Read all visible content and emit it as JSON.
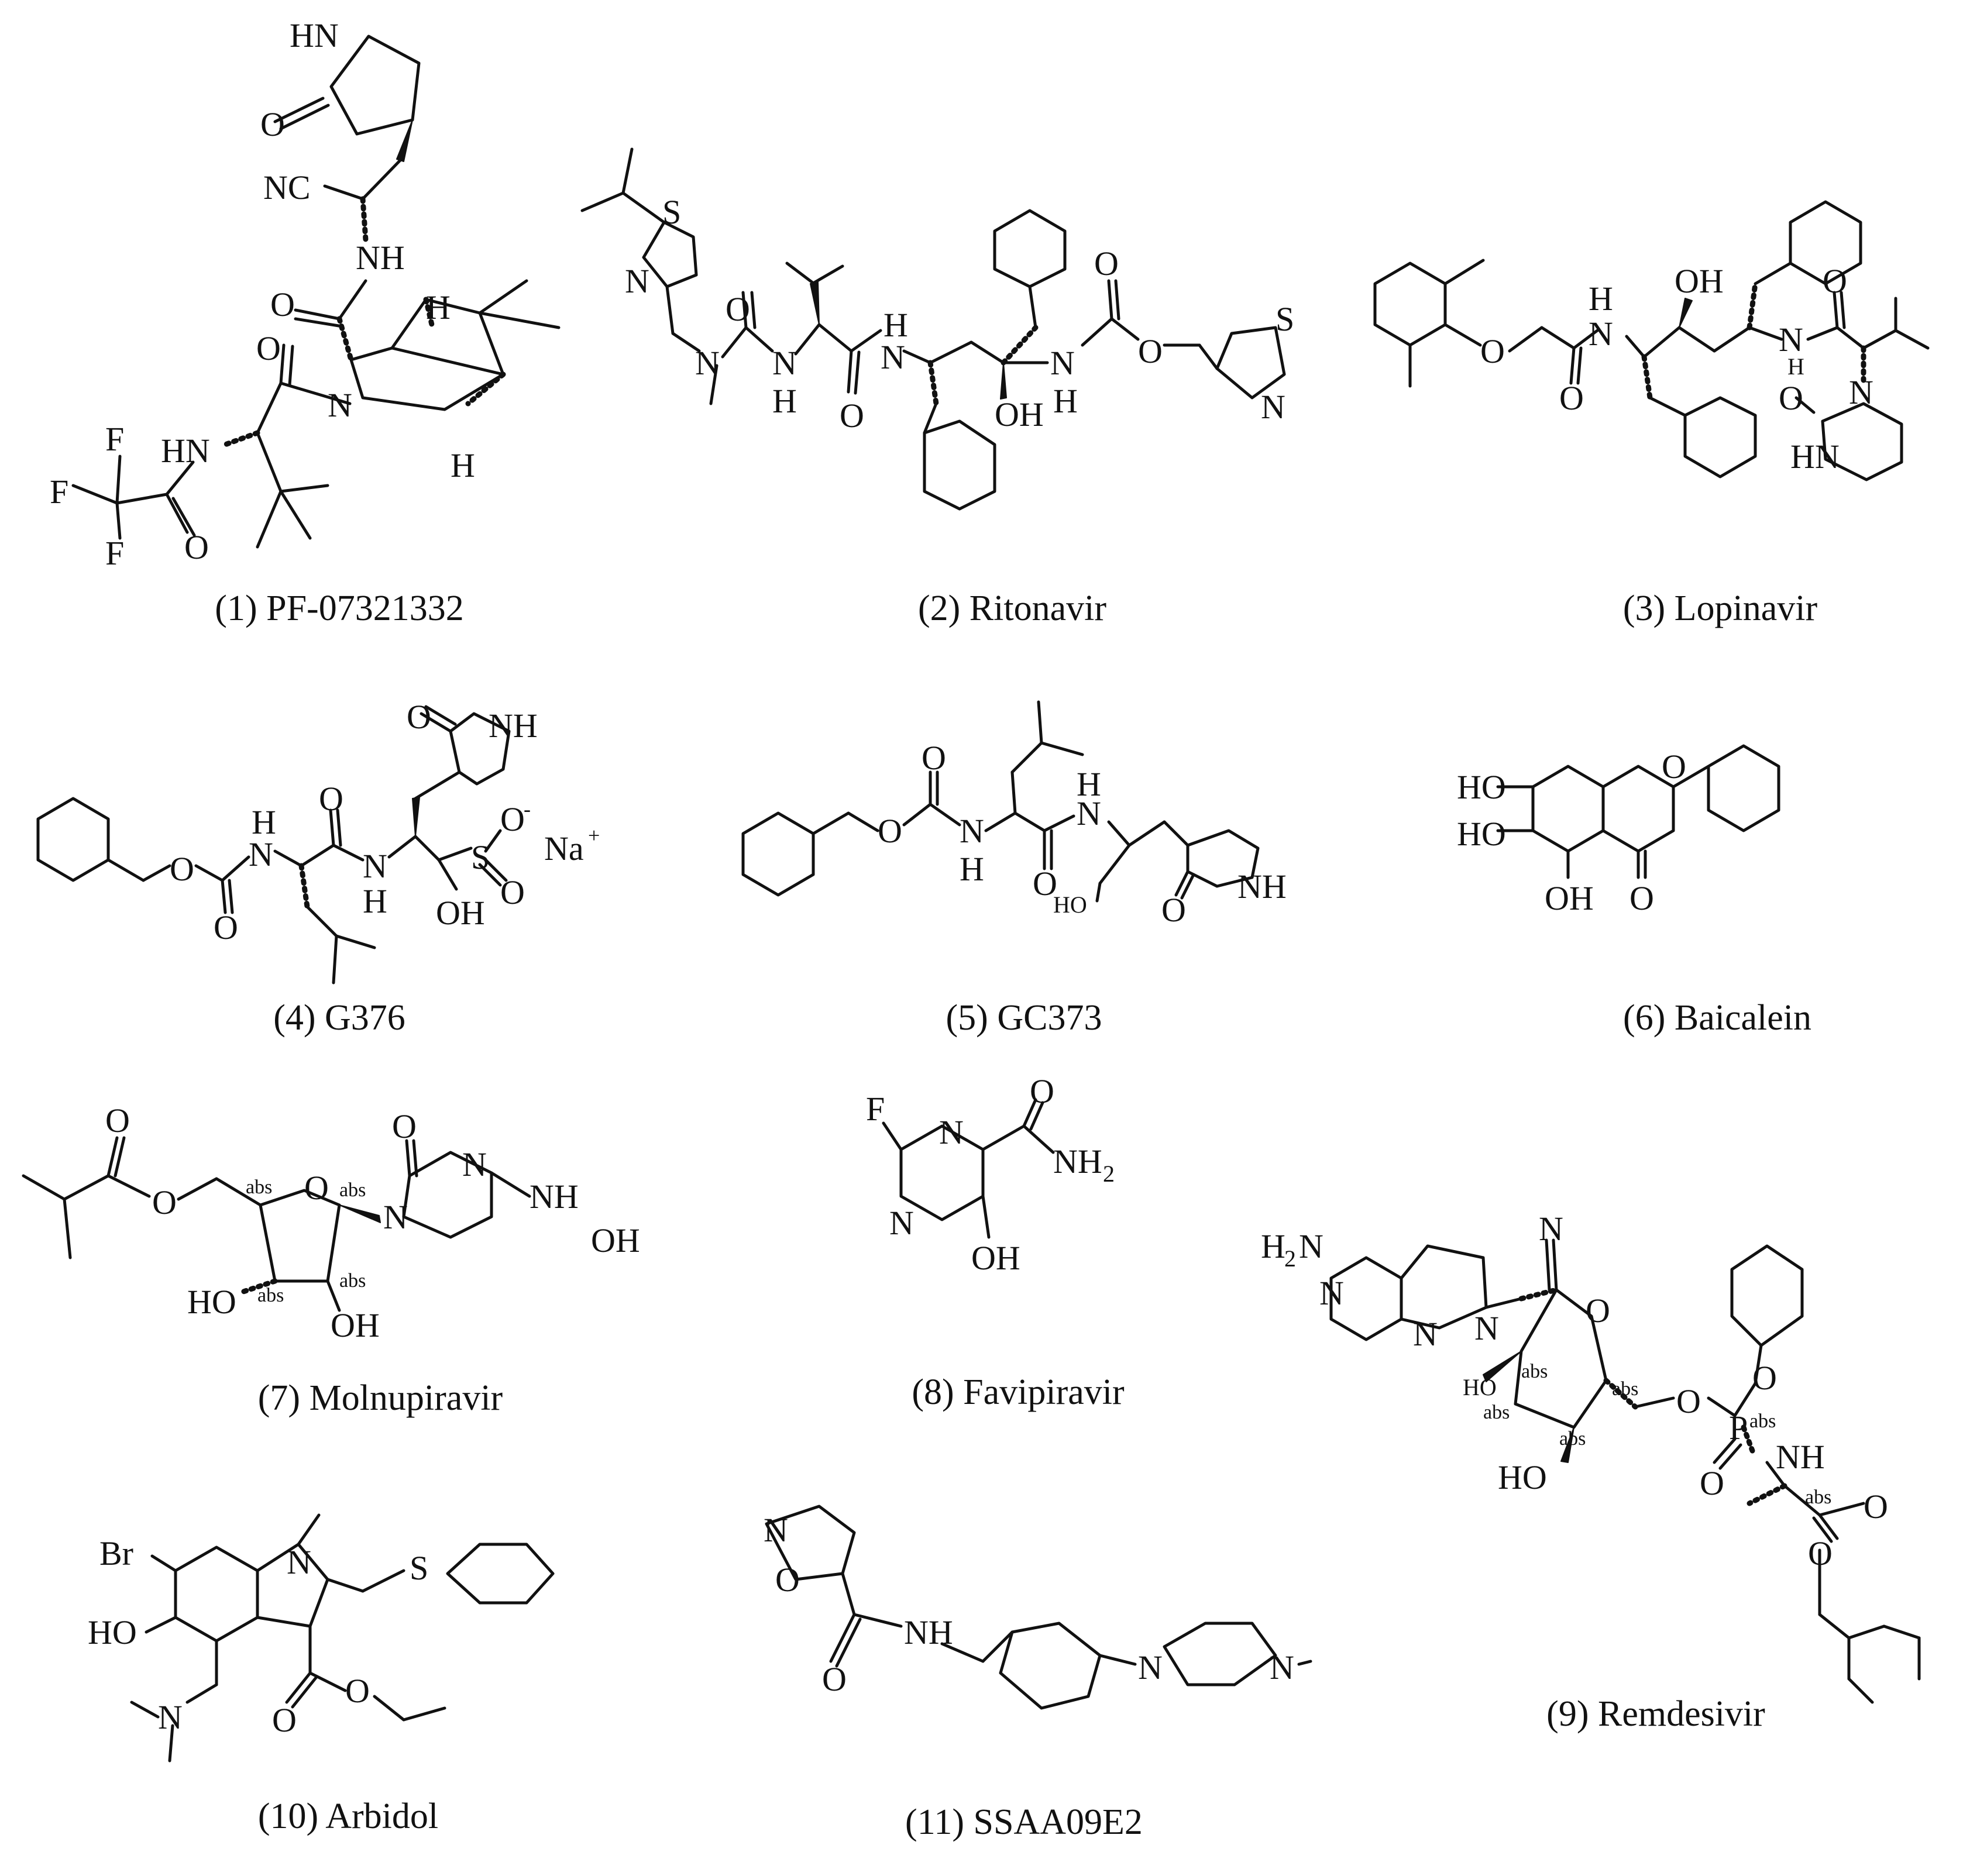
{
  "compounds": [
    {
      "caption": "(1) PF-07321332",
      "atoms": {
        "hn_ring": "HN",
        "o_ring": "O",
        "nc": "NC",
        "nh": "NH",
        "o_amide": "O",
        "h_top": "H",
        "o_acyl": "O",
        "hn_left": "HN",
        "n_ring": "N",
        "f1": "F",
        "f2": "F",
        "f3": "F",
        "o_tfa": "O",
        "h_bot": "H"
      }
    },
    {
      "caption": "(2) Ritonavir",
      "atoms": {
        "s1": "S",
        "n1": "N",
        "o1": "O",
        "n_me": "N",
        "nh_a": "N",
        "h_a": "H",
        "h_b": "H",
        "n_b": "N",
        "o2": "O",
        "oh": "OH",
        "o3": "O",
        "n_c": "N",
        "h_c": "H",
        "o_ester": "O",
        "s2": "S",
        "n2": "N"
      }
    },
    {
      "caption": "(3) Lopinavir",
      "atoms": {
        "o_ether": "O",
        "h1": "H",
        "n1": "N",
        "o1": "O",
        "oh": "OH",
        "n2": "N",
        "h2": "H",
        "o2": "O",
        "o3": "O",
        "n3": "N",
        "hn": "HN"
      }
    },
    {
      "caption": "(4) G376",
      "atoms": {
        "o_ring": "O",
        "nh_ring": "NH",
        "o_ester": "O",
        "n_top": "N",
        "h_top": "H",
        "o_carb": "O",
        "o_amide": "O",
        "n_mid": "N",
        "h_mid": "H",
        "s": "S",
        "o_s1": "O",
        "charge": "-",
        "na": "Na",
        "plus": "+",
        "o_s2": "O",
        "oh": "OH"
      }
    },
    {
      "caption": "(5) GC373",
      "atoms": {
        "o_top": "O",
        "o_ester": "O",
        "n1": "N",
        "h1": "H",
        "o_amide": "O",
        "h2": "H",
        "n2": "N",
        "ho": "HO",
        "o_ring": "O",
        "nh": "NH"
      }
    },
    {
      "caption": "(6) Baicalein",
      "atoms": {
        "ho1": "HO",
        "o_ring": "O",
        "ho2": "HO",
        "oh": "OH",
        "o_keto": "O"
      }
    },
    {
      "caption": "(7) Molnupiravir",
      "atoms": {
        "o_top": "O",
        "o_ester": "O",
        "o_ring": "O",
        "o_keto": "O",
        "n3": "N",
        "n1": "N",
        "nh": "NH",
        "oh_n": "OH",
        "ho": "HO",
        "oh": "OH",
        "abs": "abs"
      }
    },
    {
      "caption": "(8) Favipiravir",
      "atoms": {
        "f": "F",
        "n_top": "N",
        "o": "O",
        "n_bot": "N",
        "nh2": "NH",
        "sub2": "2",
        "oh": "OH"
      }
    },
    {
      "caption": "(9) Remdesivir",
      "atoms": {
        "h2n": "H",
        "sub2": "2",
        "n_amine": "N",
        "n_cyano": "N",
        "n_a": "N",
        "n_b": "N",
        "n_c": "N",
        "o_ring": "O",
        "ho1": "HO",
        "ho2": "HO",
        "o_link": "O",
        "p": "P",
        "o_ph": "O",
        "nh": "NH",
        "o_p": "O",
        "o_c": "O",
        "o_e": "O",
        "abs": "abs"
      }
    },
    {
      "caption": "(10) Arbidol",
      "atoms": {
        "br": "Br",
        "n": "N",
        "s": "S",
        "ho": "HO",
        "n_me2": "N",
        "o1": "O",
        "o2": "O"
      }
    },
    {
      "caption": "(11) SSAA09E2",
      "atoms": {
        "n_iso": "N",
        "o_iso": "O",
        "nh": "NH",
        "o": "O",
        "n1": "N",
        "n2": "N"
      }
    }
  ]
}
